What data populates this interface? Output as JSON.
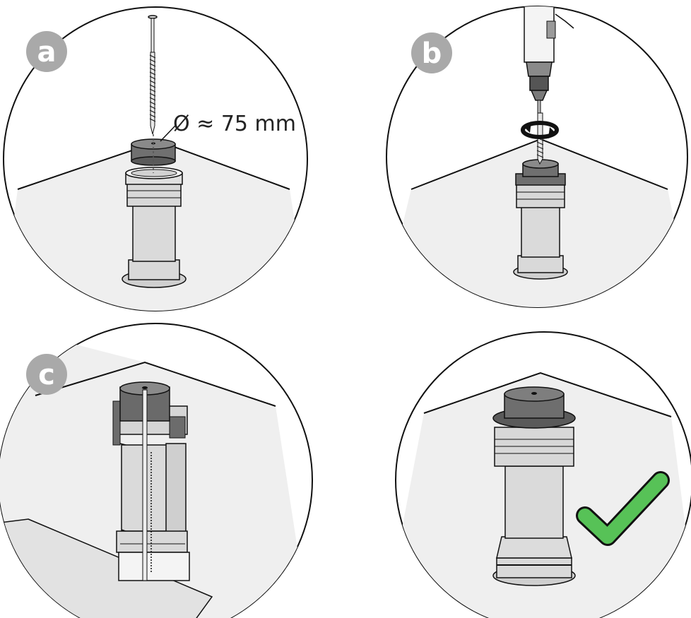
{
  "steps": [
    {
      "label": "a",
      "annotation": "Ø ≈ 75 mm"
    },
    {
      "label": "b"
    },
    {
      "label": "c"
    },
    {
      "label": ""
    }
  ],
  "colors": {
    "badge": "#a9a9a9",
    "floor": "#efefef",
    "pipe": "#dcdcdc",
    "cap": "#6c6c6c",
    "check": "#57c257",
    "outline": "#111111"
  },
  "icons": [
    "screw-icon",
    "drill-icon",
    "rotation-arrow-icon",
    "pipe-icon",
    "cap-icon",
    "checkmark-icon"
  ]
}
